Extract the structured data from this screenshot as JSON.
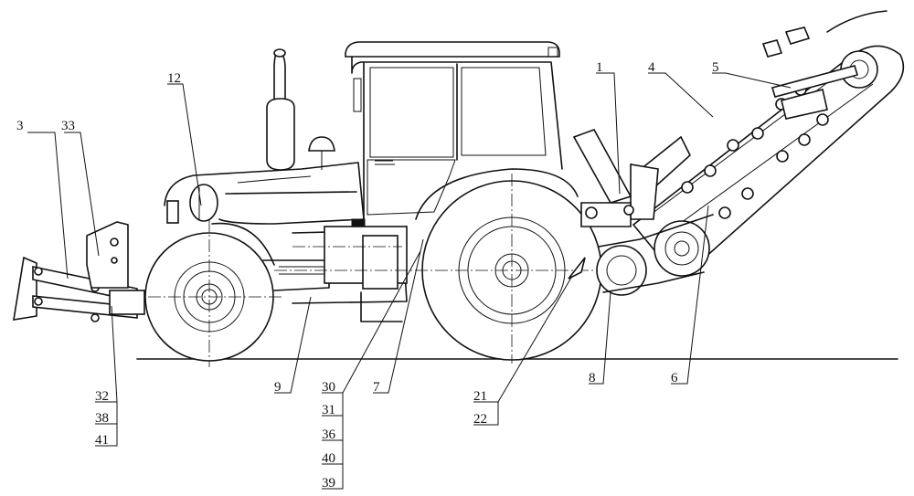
{
  "labels": {
    "n1": "1",
    "n3": "3",
    "n4": "4",
    "n5": "5",
    "n6": "6",
    "n7": "7",
    "n8": "8",
    "n9": "9",
    "n12": "12",
    "n21": "21",
    "n22": "22",
    "n30": "30",
    "n31": "31",
    "n32": "32",
    "n33": "33",
    "n36": "36",
    "n38": "38",
    "n39": "39",
    "n40": "40",
    "n41": "41"
  },
  "colors": {
    "ink": "#111111",
    "paper": "#ffffff"
  }
}
